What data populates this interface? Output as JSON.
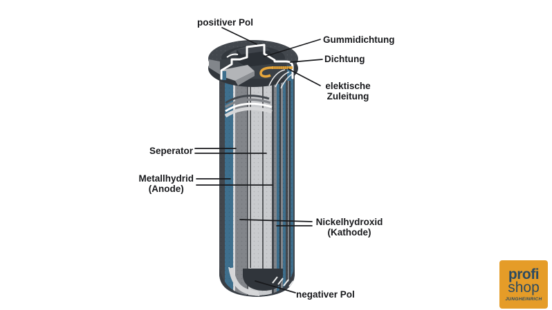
{
  "diagram": {
    "labels": {
      "positive_pole": "positiver Pol",
      "rubber_seal": "Gummidichtung",
      "seal": "Dichtung",
      "electric_lead": [
        "elektische",
        "Zuleitung"
      ],
      "separator": "Seperator",
      "metal_hydride": [
        "Metallhydrid",
        "(Anode)"
      ],
      "nickel_hydroxide": [
        "Nickelhydroxid",
        "(Kathode)"
      ],
      "negative_pole": "negativer Pol"
    },
    "colors": {
      "c_dark": "#42474d",
      "c_dark2": "#31363c",
      "c_teal": "#3e6f8d",
      "c_gray": "#82858a",
      "c_light": "#c9cbce",
      "c_liner": "#d6d7d9",
      "c_wire": "#e8a73c",
      "c_line": "#17181b",
      "logo_bg": "#e59c28",
      "logo_text": "#2c4a60"
    }
  },
  "logo": {
    "line1": "profi",
    "line2": "shop",
    "line3": "JUNGHEINRICH"
  }
}
